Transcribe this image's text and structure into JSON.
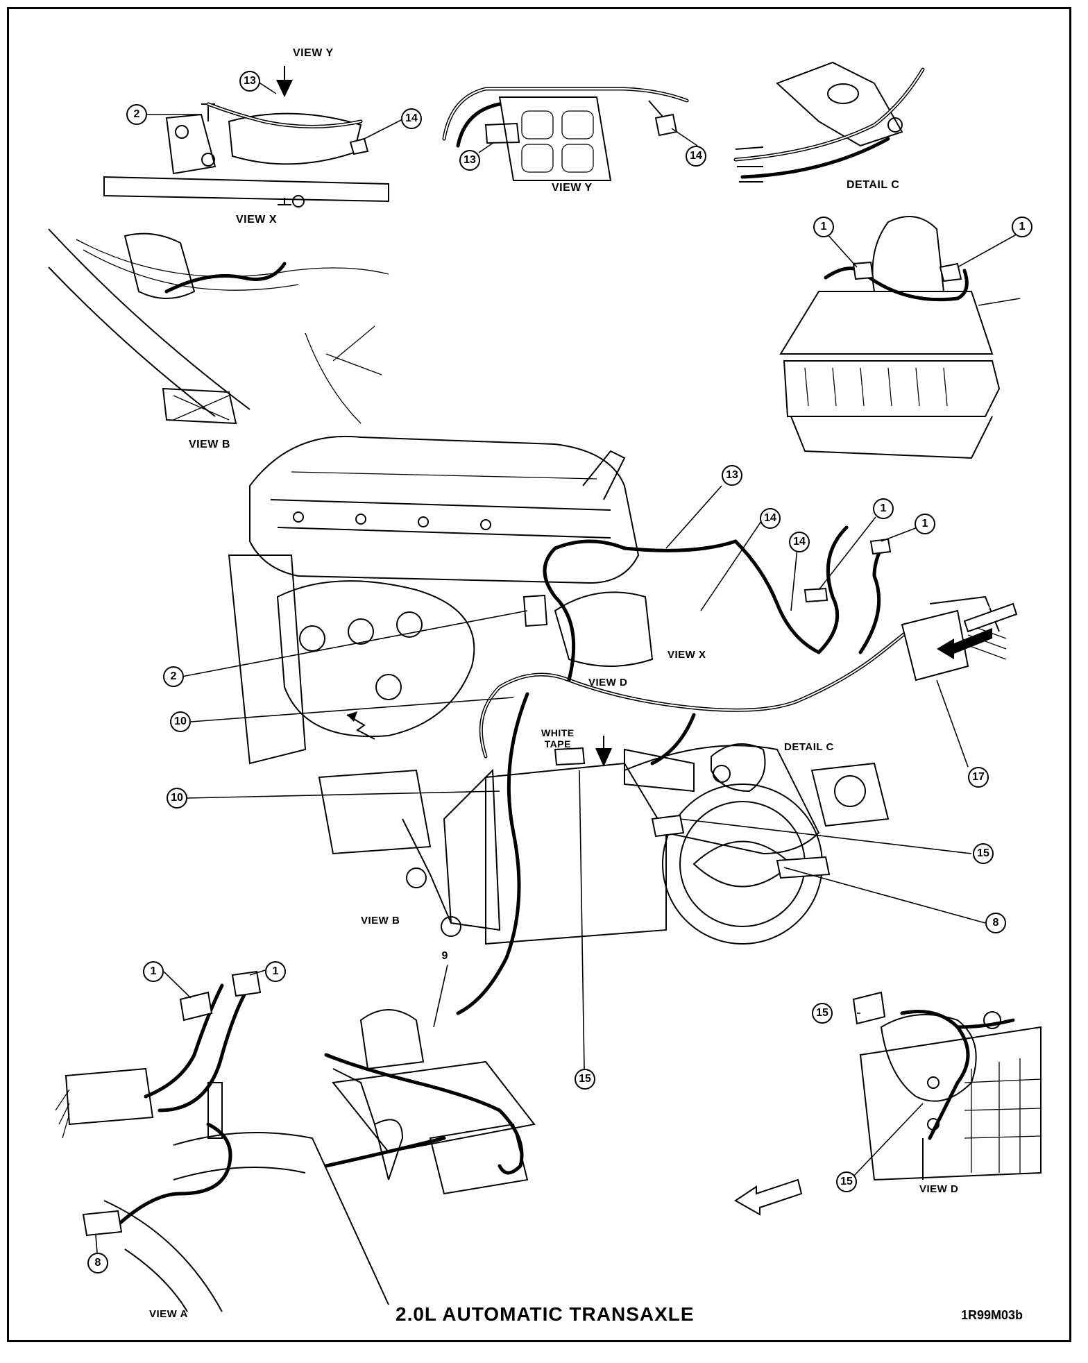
{
  "title": "2.0L  AUTOMATIC TRANSAXLE",
  "drawing_code": "1R99M03b",
  "view_labels": {
    "view_y_top": "VIEW Y",
    "view_x": "VIEW X",
    "view_y": "VIEW Y",
    "detail_c": "DETAIL C",
    "view_b_inset": "VIEW B",
    "view_x_main": "VIEW X",
    "view_d_main": "VIEW D",
    "white_tape": "WHITE\nTAPE",
    "detail_c_main": "DETAIL C",
    "view_b_main": "VIEW B",
    "view_a": "VIEW A",
    "view_d": "VIEW D",
    "arrow_view_a": "VIEW A"
  },
  "callouts": {
    "c1": "1",
    "c2": "2",
    "c8": "8",
    "c9": "9",
    "c10": "10",
    "c13": "13",
    "c14": "14",
    "c15": "15",
    "c17": "17"
  }
}
